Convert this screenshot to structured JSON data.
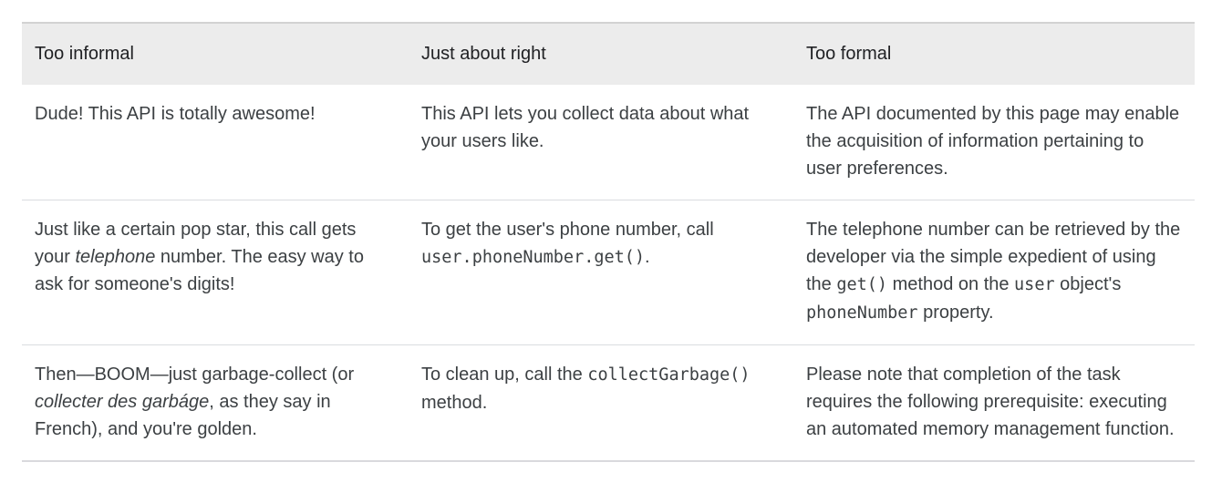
{
  "colors": {
    "header_background": "#ececec",
    "top_border": "#d2d2d2",
    "row_divider": "#dadce0",
    "bottom_border": "#d9d9dd",
    "header_text": "#202124",
    "body_text": "#3c4043"
  },
  "table": {
    "columns": [
      {
        "label": "Too informal"
      },
      {
        "label": "Just about right"
      },
      {
        "label": "Too formal"
      }
    ],
    "rows": [
      {
        "cells": [
          [
            {
              "t": "Dude! This API is totally awesome!"
            }
          ],
          [
            {
              "t": "This API lets you collect data about what your users like."
            }
          ],
          [
            {
              "t": "The API documented by this page may enable the acquisition of information pertaining to user preferences."
            }
          ]
        ]
      },
      {
        "cells": [
          [
            {
              "t": "Just like a certain pop star, this call gets your "
            },
            {
              "t": "telephone",
              "style": "italic"
            },
            {
              "t": " number. The easy way to ask for someone's digits!"
            }
          ],
          [
            {
              "t": "To get the user's phone number, call "
            },
            {
              "t": "user.phoneNumber.get()",
              "style": "code"
            },
            {
              "t": "."
            }
          ],
          [
            {
              "t": "The telephone number can be retrieved by the developer via the simple expedient of using the "
            },
            {
              "t": "get()",
              "style": "code"
            },
            {
              "t": " method on the "
            },
            {
              "t": "user",
              "style": "code"
            },
            {
              "t": " object's "
            },
            {
              "t": "phoneNumber",
              "style": "code"
            },
            {
              "t": " property."
            }
          ]
        ]
      },
      {
        "cells": [
          [
            {
              "t": "Then—BOOM—just garbage-collect (or "
            },
            {
              "t": "collecter des garbáge",
              "style": "italic"
            },
            {
              "t": ", as they say in French), and you're golden."
            }
          ],
          [
            {
              "t": "To clean up, call the "
            },
            {
              "t": "collectGarbage()",
              "style": "code"
            },
            {
              "t": " method."
            }
          ],
          [
            {
              "t": "Please note that completion of the task requires the following prerequisite: executing an automated memory management function."
            }
          ]
        ]
      }
    ]
  }
}
